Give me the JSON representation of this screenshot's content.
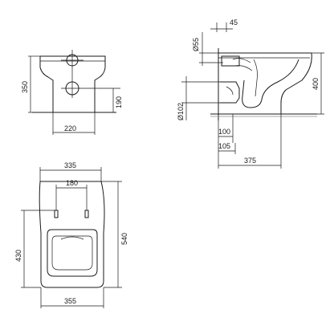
{
  "front_view": {
    "height": "350",
    "outlet_height": "190",
    "base_width": "220"
  },
  "side_view": {
    "inlet_offset": "45",
    "inlet_diameter": "Ø55",
    "outlet_diameter": "Ø102",
    "outlet_set_back": "100",
    "outlet_set_back_2": "105",
    "depth": "375",
    "height": "400"
  },
  "top_view": {
    "width_top": "335",
    "fixing_spacing": "180",
    "overall_length": "540",
    "seat_length": "430",
    "width_bottom": "355"
  }
}
